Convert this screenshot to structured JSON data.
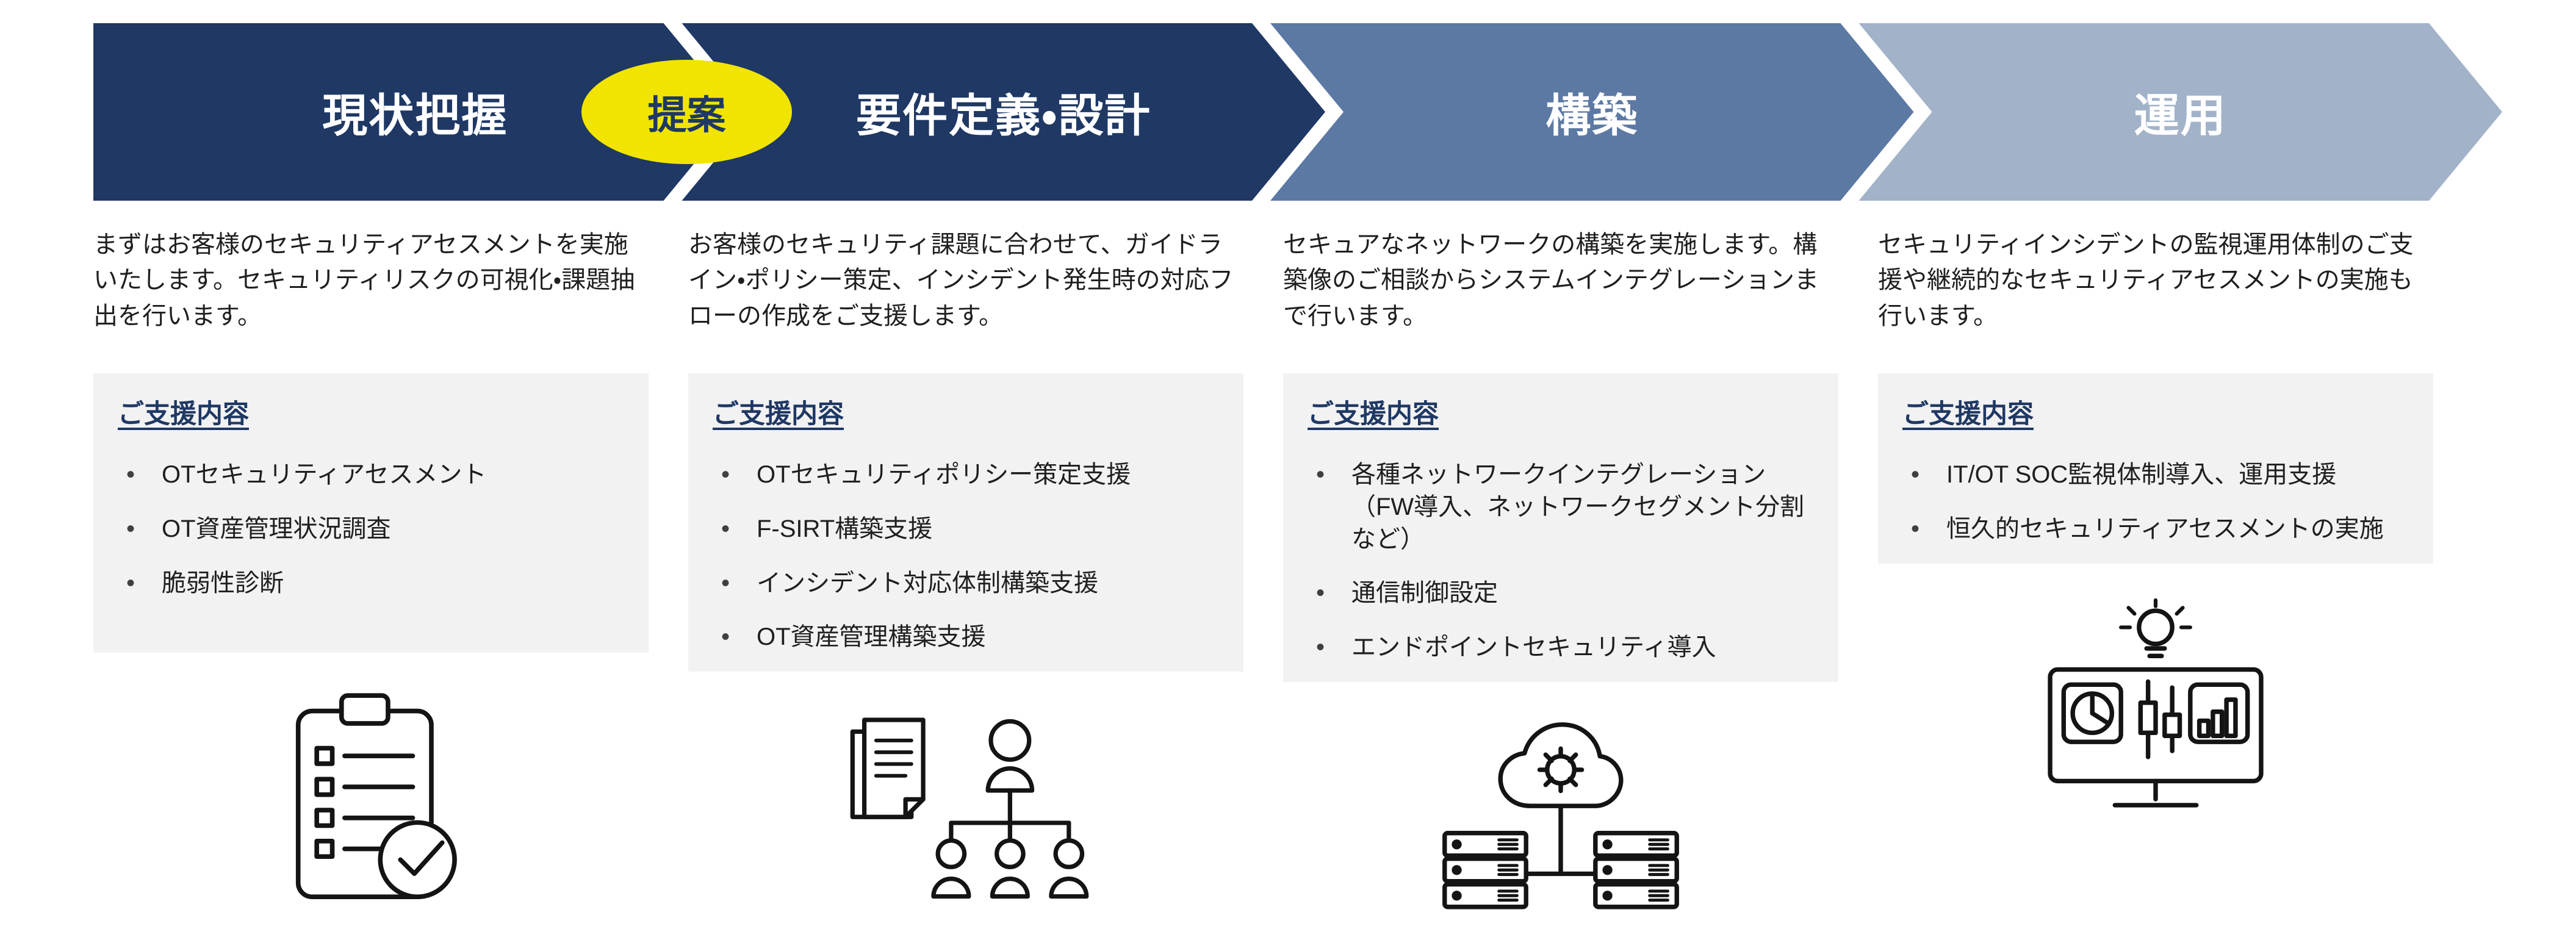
{
  "stages": [
    {
      "label": "現状把握",
      "color": "#1F3864"
    },
    {
      "label": "要件定義・設計",
      "color": "#1F3864"
    },
    {
      "label": "構築",
      "color": "#5C79A4"
    },
    {
      "label": "運用",
      "color": "#A2B3C9"
    }
  ],
  "proposal_badge": {
    "label": "提案",
    "bg": "#F0E400",
    "text_color": "#1F3864"
  },
  "columns": [
    {
      "description": "まずはお客様のセキュリティアセスメントを実施いたします。セキュリティリスクの可視化・課題抽出を行います。",
      "support_title": "ご支援内容",
      "items": [
        "OTセキュリティアセスメント",
        "OT資産管理状況調査",
        "脆弱性診断"
      ],
      "icon": "clipboard-checklist-icon"
    },
    {
      "description": "お客様のセキュリティ課題に合わせて、ガイドライン・ポリシー策定、インシデント発生時の対応フローの作成をご支援します。",
      "support_title": "ご支援内容",
      "items": [
        "OTセキュリティポリシー策定支援",
        "F-SIRT構築支援",
        "インシデント対応体制構築支援",
        "OT資産管理構築支援"
      ],
      "icon": "policy-orgchart-icon"
    },
    {
      "description": "セキュアなネットワークの構築を実施します。構築像のご相談からシステムインテグレーションまで行います。",
      "support_title": "ご支援内容",
      "items": [
        "各種ネットワークインテグレーション（FW導入、ネットワークセグメント分割など）",
        "通信制御設定",
        "エンドポイントセキュリティ導入"
      ],
      "icon": "cloud-server-network-icon"
    },
    {
      "description": "セキュリティインシデントの監視運用体制のご支援や継続的なセキュリティアセスメントの実施も行います。",
      "support_title": "ご支援内容",
      "items": [
        "IT/OT SOC監視体制導入、運用支援",
        "恒久的セキュリティアセスメントの実施"
      ],
      "icon": "monitoring-dashboard-icon"
    }
  ],
  "colors": {
    "accent_navy": "#1F3864",
    "box_background": "#F2F2F2",
    "body_text": "#1F1F1F"
  }
}
